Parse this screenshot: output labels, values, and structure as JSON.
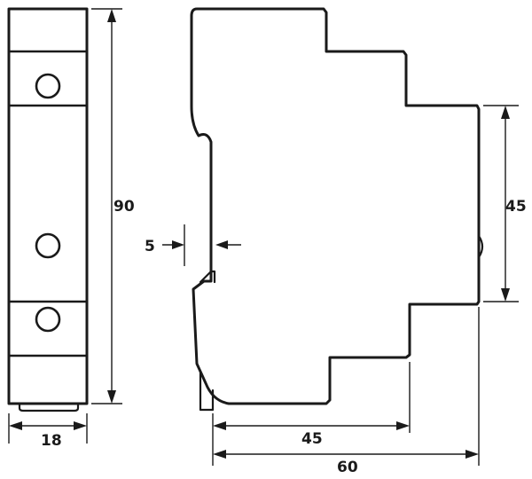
{
  "diagram": {
    "dimensions": {
      "front_height": "90",
      "front_width": "18",
      "rail_offset": "5",
      "step_height": "45",
      "body_depth": "45",
      "total_depth": "60"
    }
  }
}
